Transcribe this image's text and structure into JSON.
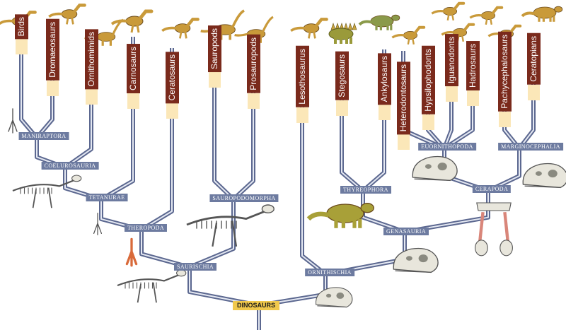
{
  "root": {
    "label": "DINOSAURS"
  },
  "clades": {
    "maniraptora": "MANIRAPTORA",
    "coelurosauria": "COELUROSAURIA",
    "tetanurae": "TETANURAE",
    "theropoda": "THEROPODA",
    "saurischia": "SAURISCHIA",
    "sauropodomorpha": "SAUROPODOMORPHA",
    "ornithischia": "ORNITHISCHIA",
    "genasauria": "GENASAURIA",
    "thyreophora": "THYREOPHORA",
    "cerapoda": "CERAPODA",
    "euornithopoda": "EUORNITHOPODA",
    "marginocephalia": "MARGINOCEPHALIA"
  },
  "taxa": {
    "birds": "Birds",
    "dromaeosaurs": "Dromaeosaurs",
    "ornithomimids": "Ornithomimids",
    "carnosaurs": "Carnosaurs",
    "ceratosaurs": "Ceratosaurs",
    "sauropods": "Sauropods",
    "prosauropods": "Prosauropods",
    "lesothosaurus": "Lesothosaurus",
    "stegosaurs": "Stegosaurs",
    "ankylosaurs": "Ankylosaurs",
    "heterodontosaurs": "Heterodontosaurs",
    "hypsilophodonts": "Hypsilophodonts",
    "iguanodonts": "Iguanodonts",
    "hadrosaurs": "Hadrosaurs",
    "pachycephalosaurs": "Pachycephalosaurs",
    "ceratopians": "Ceratopians"
  },
  "colors": {
    "branch": "#5c6890",
    "branch_highlight": "#e4e8f2",
    "clade_label_bg": "#6d7ba0",
    "taxon_label_bg": "#7a2a1c",
    "root_label_bg": "#f0c84c",
    "pale_bar": "#fbe7b8",
    "dino_body": "#c99a3a",
    "stegosaur_body": "#9a9a3a",
    "fossil_bone": "#e8e6dc",
    "fossil_line": "#555555"
  },
  "illustrations": {
    "living": [
      "bird-icon",
      "dromaeosaur-icon",
      "ornithomimid-icon",
      "carnosaur-icon",
      "ceratosaur-icon",
      "sauropod-icon",
      "prosauropod-icon",
      "lesothosaurus-icon",
      "stegosaur-icon",
      "ankylosaur-icon",
      "heterodontosaur-icon",
      "hypsilophodont-icon",
      "iguanodont-icon",
      "hadrosaur-icon",
      "pachycephalosaur-icon",
      "ceratopian-icon"
    ],
    "fossils": [
      "bird-foot-icon",
      "maniraptor-skeleton-icon",
      "tetanurae-hand-icon",
      "theropod-foot-icon",
      "sauropodomorph-skeleton-icon",
      "saurischian-skeleton-icon",
      "ornithischian-skull-icon",
      "genasaur-skull-icon",
      "scelidosaurus-icon",
      "cerapod-jaw-icon",
      "euornithopod-skull-icon",
      "marginocephalian-skull-icon"
    ]
  }
}
